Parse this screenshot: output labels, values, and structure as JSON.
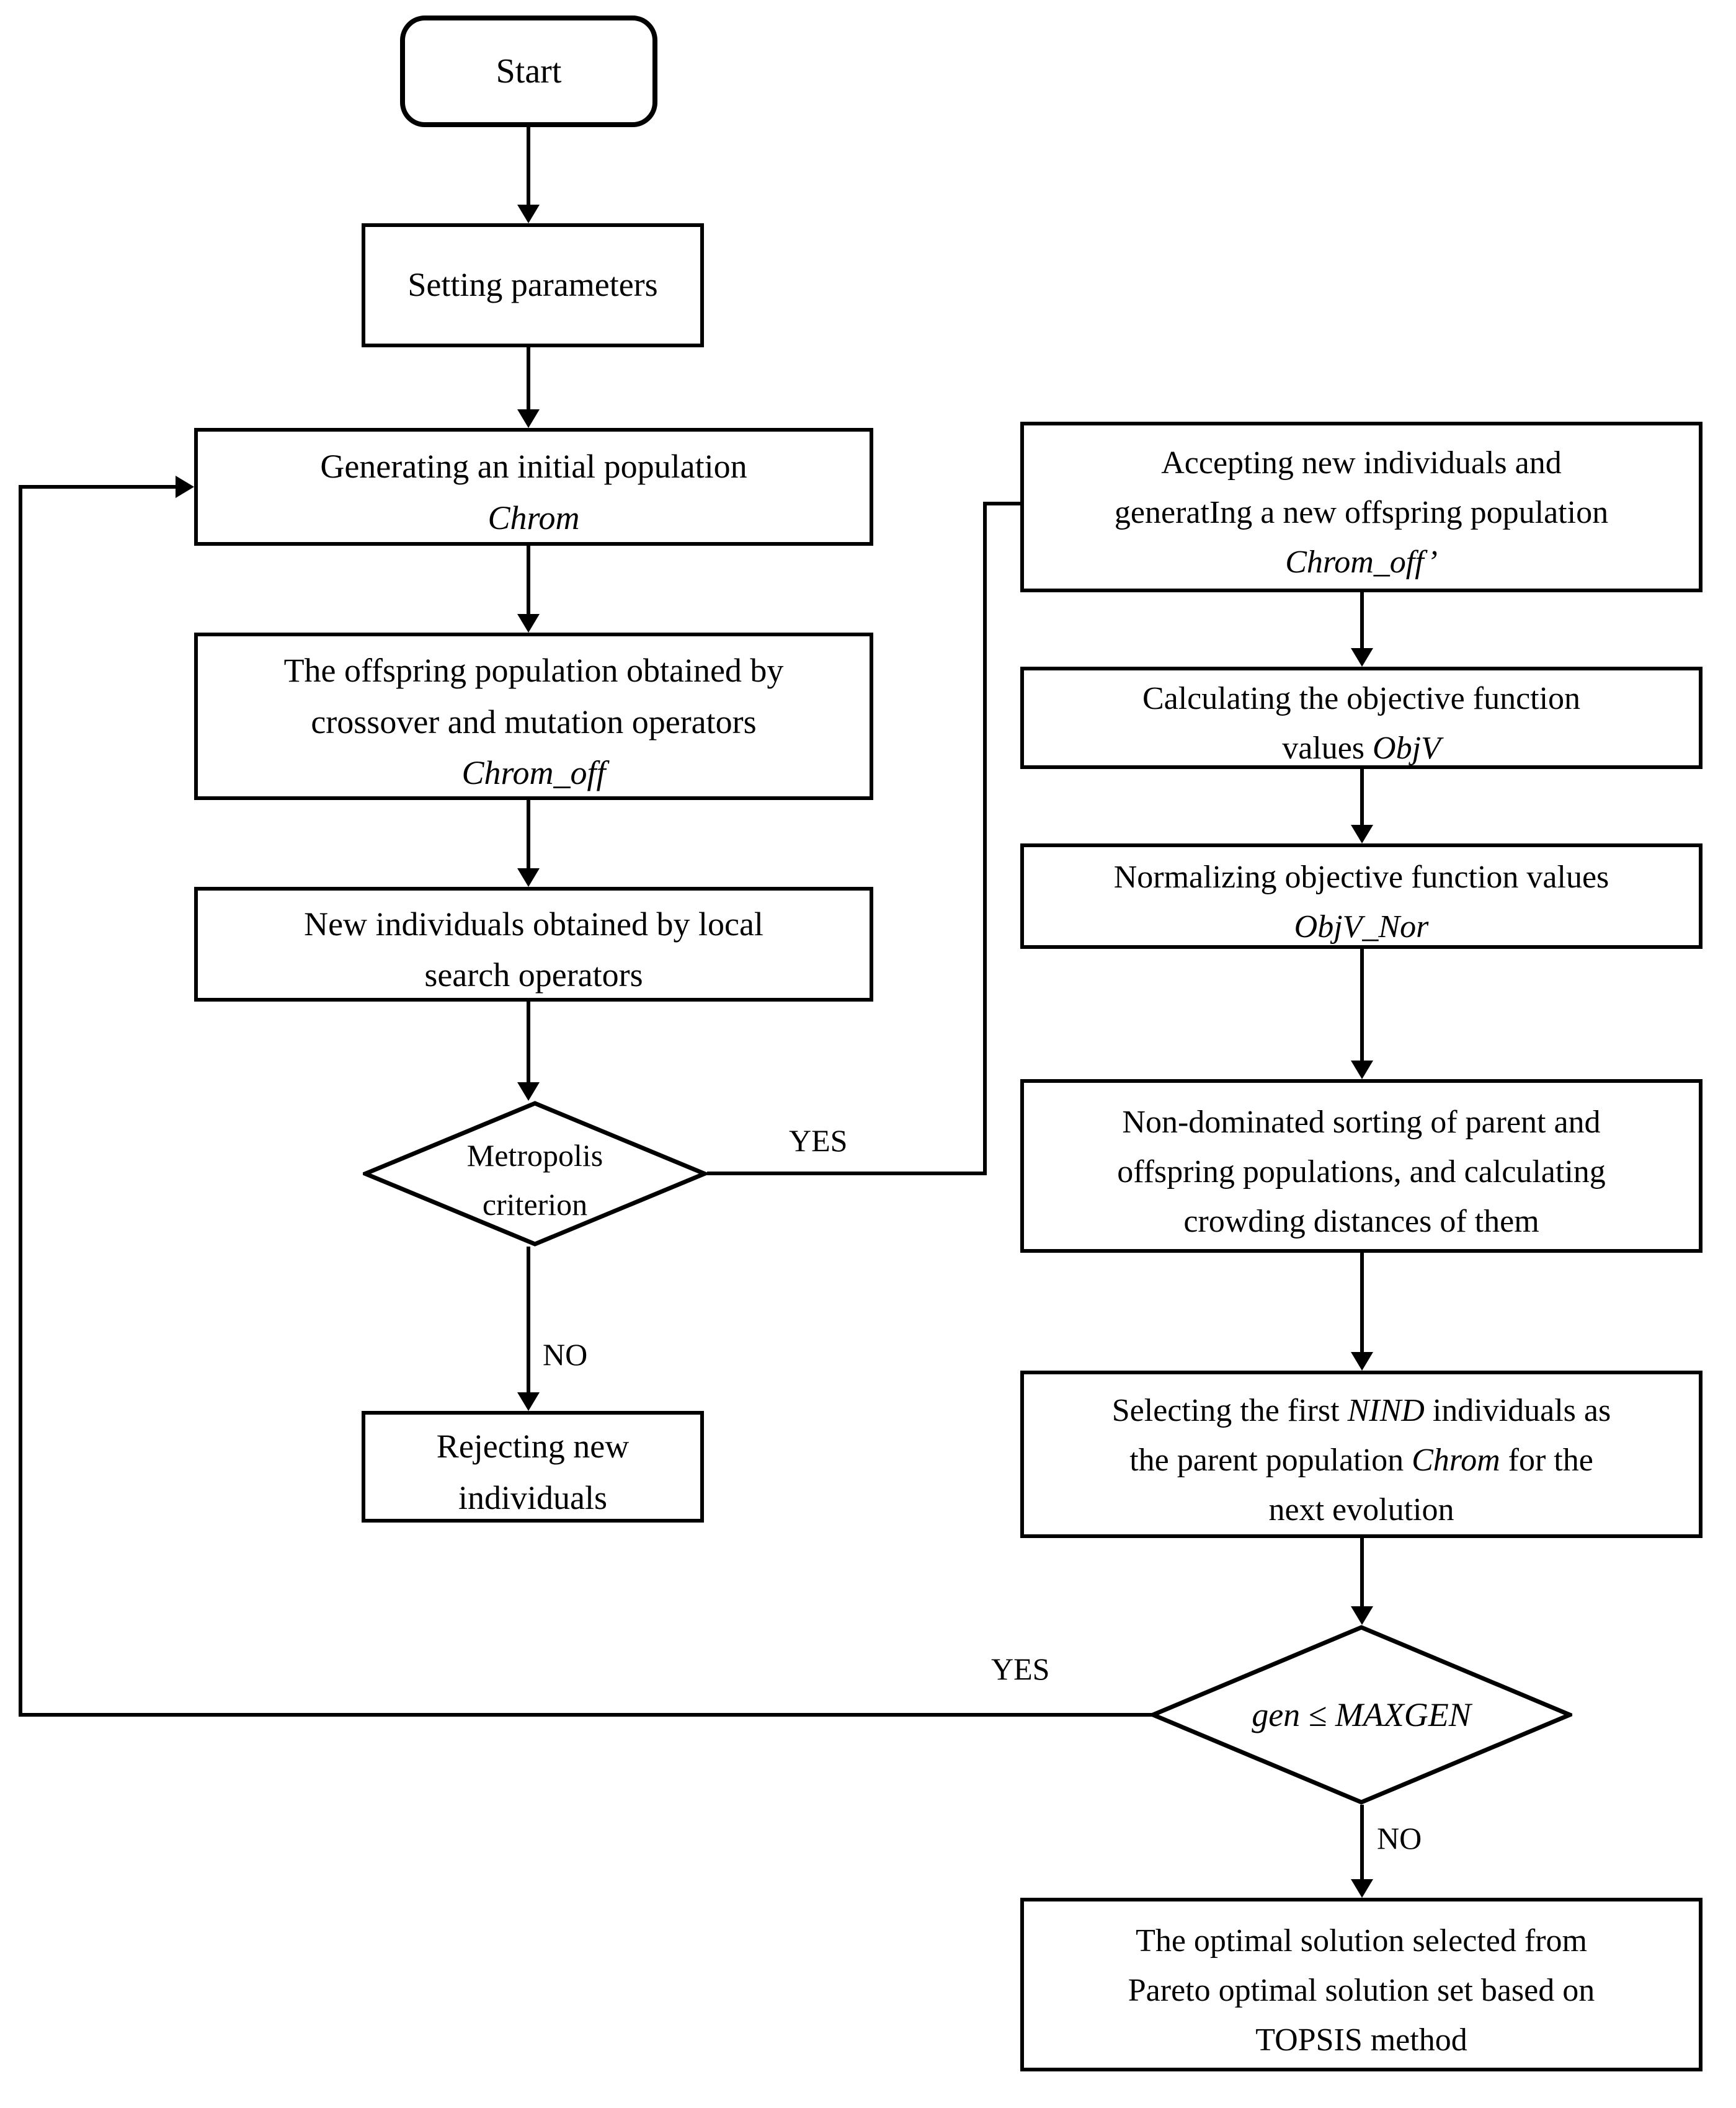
{
  "diagram": {
    "title": "Hybrid NSGA-II / simulated annealing algorithm flowchart",
    "type": "flowchart",
    "stroke_color": "#000000",
    "background_color": "#ffffff"
  },
  "nodes": {
    "start": {
      "label": "Start",
      "shape": "rounded-rectangle"
    },
    "setting_parameters": {
      "label": "Setting parameters",
      "shape": "rectangle"
    },
    "generate_population": {
      "line1": "Generating an initial population",
      "line2": "Chrom",
      "shape": "rectangle"
    },
    "offspring_population": {
      "line1": "The offspring population obtained by",
      "line2": "crossover and mutation operators",
      "line3": "Chrom_off",
      "shape": "rectangle"
    },
    "local_search": {
      "line1": "New individuals obtained by local",
      "line2": "search operators",
      "shape": "rectangle"
    },
    "metropolis": {
      "line1": "Metropolis",
      "line2": "criterion",
      "shape": "diamond"
    },
    "reject": {
      "line1": "Rejecting new",
      "line2": "individuals",
      "shape": "rectangle"
    },
    "accept_new": {
      "line1": "Accepting new individuals and",
      "line2": "generatIng a new offspring population",
      "line3": "Chrom_off’",
      "shape": "rectangle"
    },
    "calc_objective": {
      "line1": "Calculating the objective function",
      "line2_plain": "values ",
      "line2_italic": "ObjV",
      "shape": "rectangle"
    },
    "normalize": {
      "line1": "Normalizing objective function values",
      "line2": "ObjV_Nor",
      "shape": "rectangle"
    },
    "non_dominated_sort": {
      "line1": "Non-dominated sorting of parent and",
      "line2": "offspring populations, and calculating",
      "line3": "crowding distances of them",
      "shape": "rectangle"
    },
    "select_nind": {
      "seg1": "Selecting the first ",
      "seg2_italic": "NIND",
      "seg3": " individuals as",
      "seg4": "the parent population ",
      "seg5_italic": "Chrom",
      "seg6": " for the",
      "seg7": "next evolution",
      "shape": "rectangle"
    },
    "gen_check": {
      "label": "gen ≤ MAXGEN",
      "shape": "diamond"
    },
    "optimal_solution": {
      "line1": "The optimal solution selected from",
      "line2": "Pareto optimal solution set based on",
      "line3": "TOPSIS method",
      "shape": "rectangle"
    }
  },
  "edge_labels": {
    "metropolis_yes": "YES",
    "metropolis_no": "NO",
    "gen_yes": "YES",
    "gen_no": "NO"
  }
}
